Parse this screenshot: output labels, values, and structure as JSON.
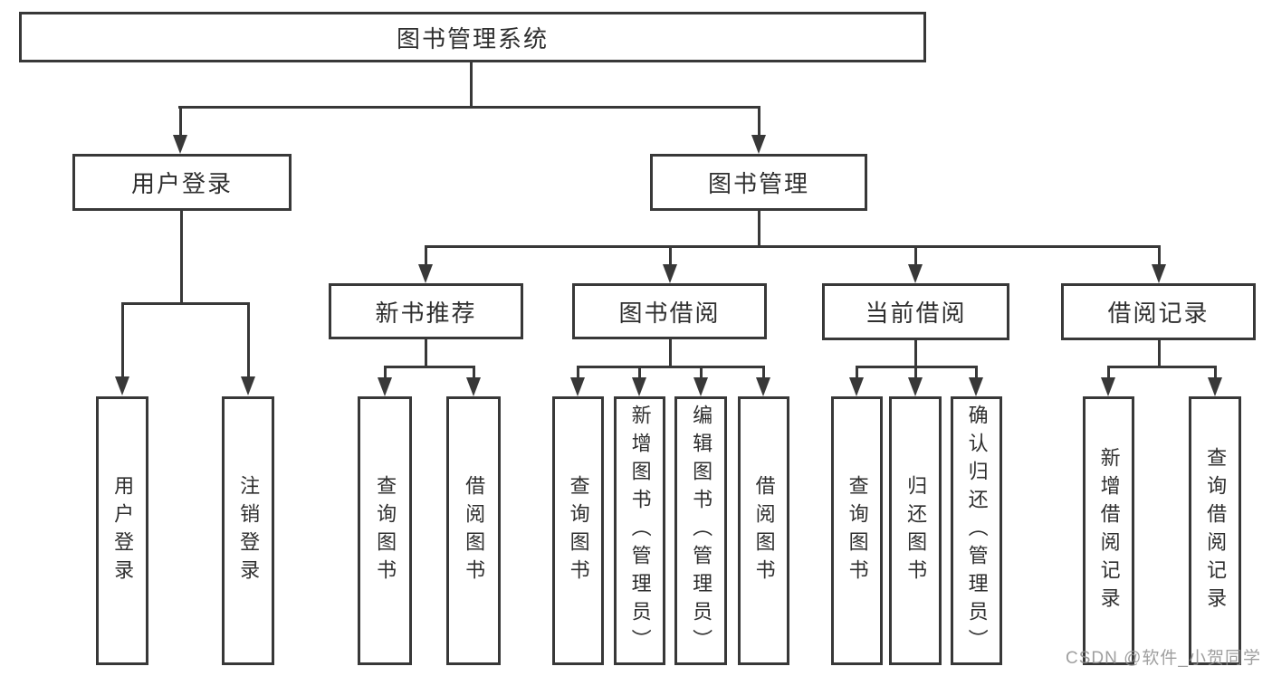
{
  "colors": {
    "line": "#383838",
    "text": "#2f2f2f",
    "background": "#ffffff",
    "watermark": "#8f8f8f"
  },
  "watermark": {
    "text": "CSDN @软件_小贺同学"
  },
  "tree": {
    "root": {
      "label": "图书管理系统"
    },
    "branches": [
      {
        "label": "用户登录",
        "children": [
          {
            "label": "用户登录"
          },
          {
            "label": "注销登录"
          }
        ]
      },
      {
        "label": "图书管理",
        "children": [
          {
            "label": "新书推荐",
            "children": [
              {
                "label": "查询图书"
              },
              {
                "label": "借阅图书"
              }
            ]
          },
          {
            "label": "图书借阅",
            "children": [
              {
                "label": "查询图书"
              },
              {
                "label": "新增图书（管理员）"
              },
              {
                "label": "编辑图书（管理员）"
              },
              {
                "label": "借阅图书"
              }
            ]
          },
          {
            "label": "当前借阅",
            "children": [
              {
                "label": "查询图书"
              },
              {
                "label": "归还图书"
              },
              {
                "label": "确认归还（管理员）"
              }
            ]
          },
          {
            "label": "借阅记录",
            "children": [
              {
                "label": "新增借阅记录"
              },
              {
                "label": "查询借阅记录"
              }
            ]
          }
        ]
      }
    ]
  }
}
